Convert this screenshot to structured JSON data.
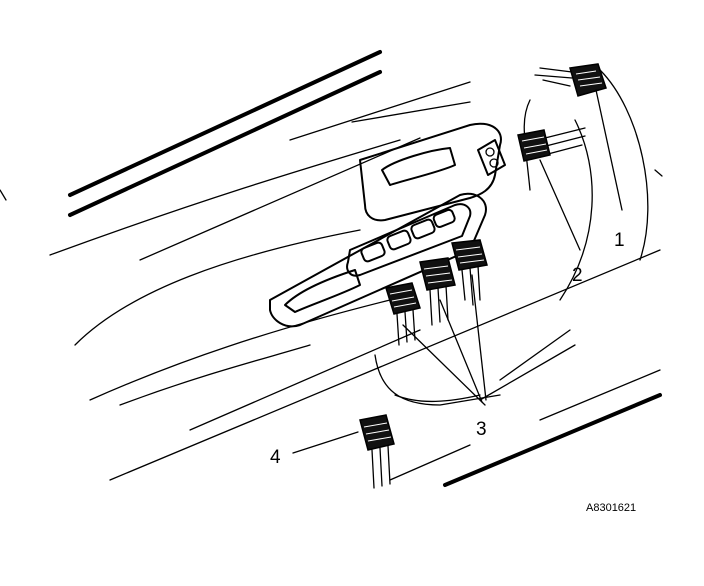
{
  "diagram": {
    "callouts": [
      {
        "id": "1",
        "label": "1"
      },
      {
        "id": "2",
        "label": "2"
      },
      {
        "id": "3",
        "label": "3"
      },
      {
        "id": "4",
        "label": "4"
      }
    ],
    "figure_code": "A8301621",
    "line_color": "#000000",
    "background_color": "#ffffff"
  }
}
